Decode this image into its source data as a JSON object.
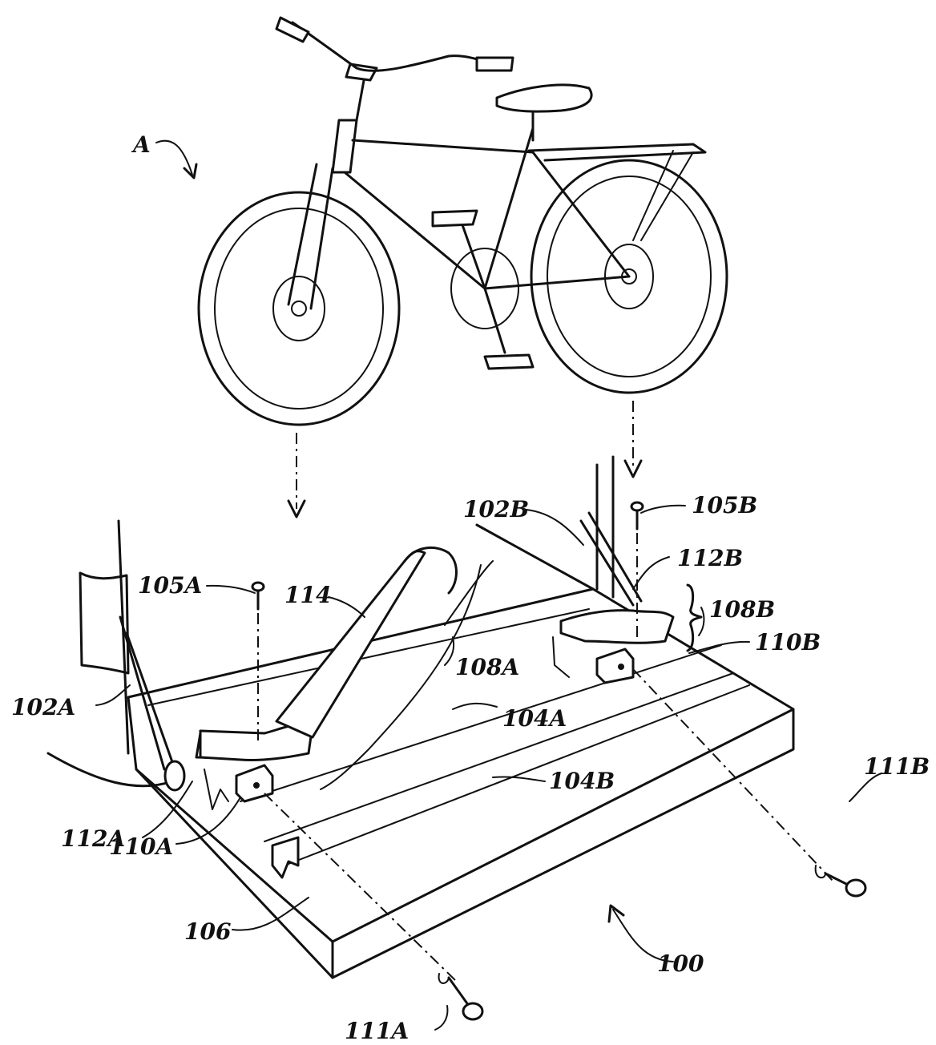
{
  "labels": {
    "A": "A",
    "l100": "100",
    "l102A": "102A",
    "l102B": "102B",
    "l104A": "104A",
    "l104B": "104B",
    "l105A": "105A",
    "l105B": "105B",
    "l106": "106",
    "l108A": "108A",
    "l108B": "108B",
    "l110A": "110A",
    "l110B": "110B",
    "l111A": "111A",
    "l111B": "111B",
    "l112A": "112A",
    "l112B": "112B",
    "l114": "114"
  }
}
